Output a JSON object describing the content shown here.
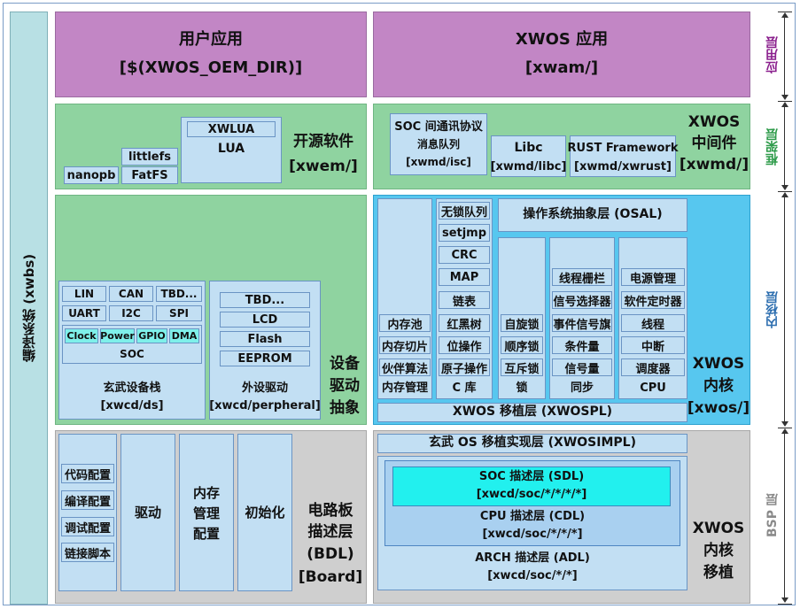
{
  "build": {
    "label": "编译系统 (xwbs)"
  },
  "layers": {
    "app": "应用层",
    "framework": "框架层",
    "kernel": "内核层",
    "bsp": "BSP 层"
  },
  "app": {
    "user_title": "用户应用",
    "user_path": "[$(XWOS_OEM_DIR)]",
    "xwos_title": "XWOS 应用",
    "xwos_path": "[xwam/]"
  },
  "opensrc": {
    "xwlua": "XWLUA",
    "lua": "LUA",
    "littlefs": "littlefs",
    "nanopb": "nanopb",
    "fatfs": "FatFS",
    "title": "开源软件",
    "path": "[xwem/]"
  },
  "middleware": {
    "soc_l1": "SOC 间通讯协议",
    "soc_l2": "消息队列",
    "soc_l3": "[xwmd/isc]",
    "libc_l1": "Libc",
    "libc_l2": "[xwmd/libc]",
    "rust_l1": "RUST Framework",
    "rust_l2": "[xwmd/xwrust]",
    "title_l1": "XWOS",
    "title_l2": "中间件",
    "title_l3": "[xwmd/]"
  },
  "drivers": {
    "lin": "LIN",
    "can": "CAN",
    "tbd1": "TBD...",
    "uart": "UART",
    "i2c": "I2C",
    "spi": "SPI",
    "clock": "Clock",
    "power": "Power",
    "gpio": "GPIO",
    "dma": "DMA",
    "soc": "SOC",
    "ds_l1": "玄武设备栈",
    "ds_l2": "[xwcd/ds]",
    "tbd2": "TBD...",
    "lcd": "LCD",
    "flash": "Flash",
    "eeprom": "EEPROM",
    "per_l1": "外设驱动",
    "per_l2": "[xwcd/perpheral]",
    "title_l1": "设备",
    "title_l2": "驱动",
    "title_l3": "抽象"
  },
  "kernel": {
    "mem_items": [
      "内存池",
      "内存切片",
      "伙伴算法"
    ],
    "mem_title": "内存管理",
    "clib_items": [
      "无锁队列",
      "setjmp",
      "CRC",
      "MAP",
      "链表",
      "红黑树",
      "位操作",
      "原子操作"
    ],
    "clib_title": "C 库",
    "osal": "操作系统抽象层 (OSAL)",
    "lock_items": [
      "自旋锁",
      "顺序锁",
      "互斥锁"
    ],
    "lock_title": "锁",
    "sync_items": [
      "线程栅栏",
      "信号选择器",
      "事件信号旗",
      "条件量",
      "信号量"
    ],
    "sync_title": "同步",
    "cpu_items": [
      "电源管理",
      "软件定时器",
      "线程",
      "中断",
      "调度器"
    ],
    "cpu_title": "CPU",
    "xwospl": "XWOS 移植层 (XWOSPL)",
    "title_l1": "XWOS",
    "title_l2": "内核",
    "title_l3": "[xwos/]"
  },
  "board": {
    "cfg_items": [
      "代码配置",
      "编译配置",
      "调试配置",
      "链接脚本"
    ],
    "driver": "驱动",
    "mem_l1": "内存",
    "mem_l2": "管理",
    "mem_l3": "配置",
    "init": "初始化",
    "title_l1": "电路板",
    "title_l2": "描述层",
    "title_l3": "(BDL)",
    "title_l4": "[Board]"
  },
  "port": {
    "impl": "玄武 OS 移植实现层 (XWOSIMPL)",
    "sdl_l1": "SOC 描述层 (SDL)",
    "sdl_l2": "[xwcd/soc/*/*/*/*]",
    "cdl_l1": "CPU 描述层 (CDL)",
    "cdl_l2": "[xwcd/soc/*/*/*]",
    "adl_l1": "ARCH 描述层 (ADL)",
    "adl_l2": "[xwcd/soc/*/*]",
    "title_l1": "XWOS",
    "title_l2": "内核",
    "title_l3": "移植"
  },
  "colors": {
    "app": "#c286c5",
    "framework": "#8fd3a0",
    "kernel": "#57c7ef",
    "bsp": "#cfcfcf",
    "app_label": "#8a1f8d",
    "framework_label": "#2e9b4a",
    "kernel_label": "#2e6fb0",
    "bsp_label": "#8a8a8a"
  }
}
